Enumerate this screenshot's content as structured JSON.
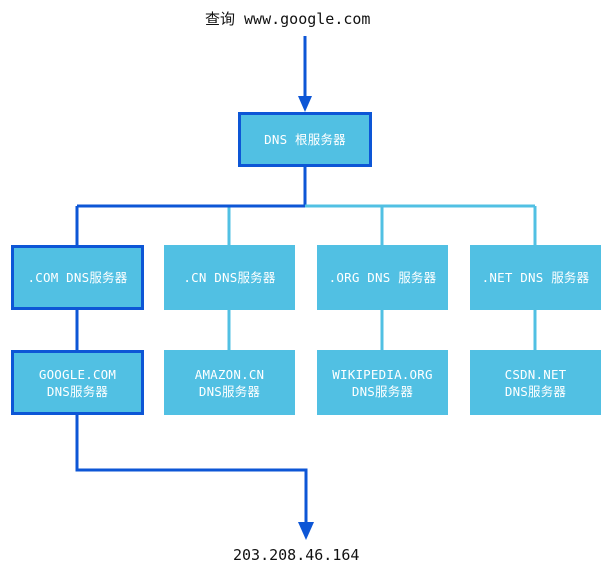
{
  "diagram": {
    "title_query": "查询 www.google.com",
    "result_ip": "203.208.46.164",
    "colors": {
      "node_fill": "#51c0e3",
      "highlight_stroke": "#0d56d6",
      "link_light": "#51c0e3",
      "link_dark": "#0d56d6",
      "text": "#ffffff",
      "caption_text": "#111111"
    },
    "levels": [
      {
        "name": "root",
        "nodes": [
          {
            "id": "dns-root",
            "label": "DNS 根服务器",
            "highlighted": true
          }
        ]
      },
      {
        "name": "tld",
        "nodes": [
          {
            "id": "com-tld",
            "label": ".COM DNS服务器",
            "highlighted": true
          },
          {
            "id": "cn-tld",
            "label": ".CN DNS服务器",
            "highlighted": false
          },
          {
            "id": "org-tld",
            "label": ".ORG DNS 服务器",
            "highlighted": false
          },
          {
            "id": "net-tld",
            "label": ".NET DNS 服务器",
            "highlighted": false
          }
        ]
      },
      {
        "name": "authoritative",
        "nodes": [
          {
            "id": "google-com",
            "label_line1": "GOOGLE.COM",
            "label_line2": "DNS服务器",
            "highlighted": true
          },
          {
            "id": "amazon-cn",
            "label_line1": "AMAZON.CN",
            "label_line2": "DNS服务器",
            "highlighted": false
          },
          {
            "id": "wikipedia-org",
            "label_line1": "WIKIPEDIA.ORG",
            "label_line2": "DNS服务器",
            "highlighted": false
          },
          {
            "id": "csdn-net",
            "label_line1": "CSDN.NET",
            "label_line2": "DNS服务器",
            "highlighted": false
          }
        ]
      }
    ]
  }
}
